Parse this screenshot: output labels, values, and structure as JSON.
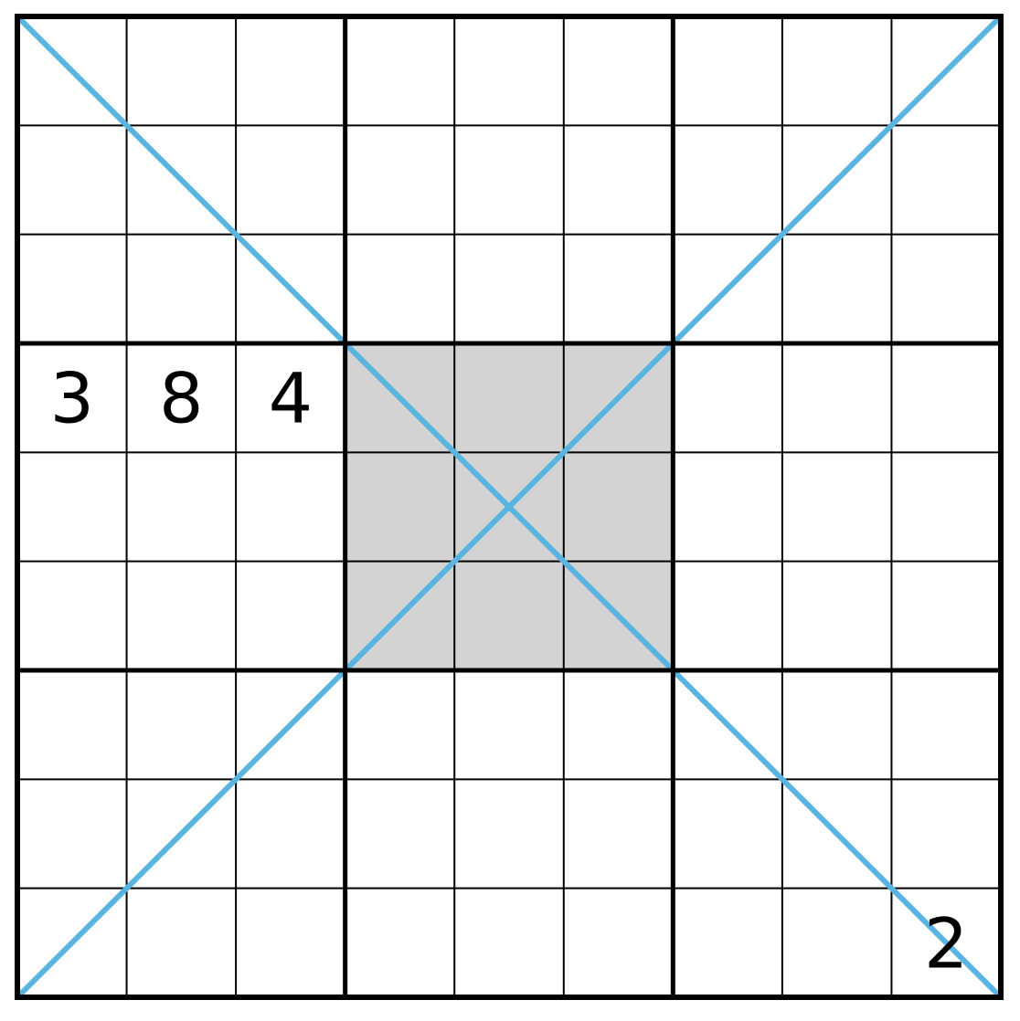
{
  "puzzle": {
    "size": 9,
    "box_size": 3,
    "givens": [
      {
        "row": 3,
        "col": 0,
        "value": "3"
      },
      {
        "row": 3,
        "col": 1,
        "value": "8"
      },
      {
        "row": 3,
        "col": 2,
        "value": "4"
      },
      {
        "row": 8,
        "col": 8,
        "value": "2"
      }
    ],
    "shaded_box": {
      "box_row": 1,
      "box_col": 1
    },
    "diagonals": [
      "main",
      "anti"
    ]
  },
  "colors": {
    "background": "#ffffff",
    "grid_line": "#000000",
    "diagonal": "#5ab4e0",
    "shaded_cell": "#d3d3d3",
    "digit": "#000000"
  }
}
